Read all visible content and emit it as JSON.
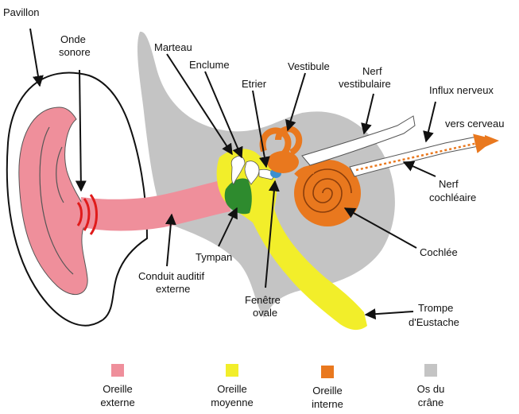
{
  "labels": {
    "pavillon": "Pavillon",
    "onde_sonore_1": "Onde",
    "onde_sonore_2": "sonore",
    "marteau": "Marteau",
    "enclume": "Enclume",
    "etrier": "Etrier",
    "vestibule": "Vestibule",
    "nerf_vestibulaire_1": "Nerf",
    "nerf_vestibulaire_2": "vestibulaire",
    "influx_nerveux": "Influx nerveux",
    "vers_cerveau": "vers cerveau",
    "nerf_cochleaire_1": "Nerf",
    "nerf_cochleaire_2": "cochléaire",
    "cochlee": "Cochlée",
    "tympan": "Tympan",
    "conduit_1": "Conduit auditif",
    "conduit_2": "externe",
    "fenetre_1": "Fenêtre",
    "fenetre_2": "ovale",
    "trompe_1": "Trompe",
    "trompe_2": "d'Eustache"
  },
  "legend": [
    {
      "line1": "Oreille",
      "line2": "externe",
      "color": "#ef8f9b"
    },
    {
      "line1": "Oreille",
      "line2": "moyenne",
      "color": "#f2ee2a"
    },
    {
      "line1": "Oreille",
      "line2": "interne",
      "color": "#e9781e"
    },
    {
      "line1": "Os du",
      "line2": "crâne",
      "color": "#c4c4c4"
    }
  ],
  "colors": {
    "outer_ear": "#ef8f9b",
    "middle_ear": "#f2ee2a",
    "inner_ear": "#e9781e",
    "skull": "#c4c4c4",
    "eardrum": "#2e8b2e",
    "oval_window": "#3b8fd0",
    "sound_wave": "#e01b1b"
  }
}
